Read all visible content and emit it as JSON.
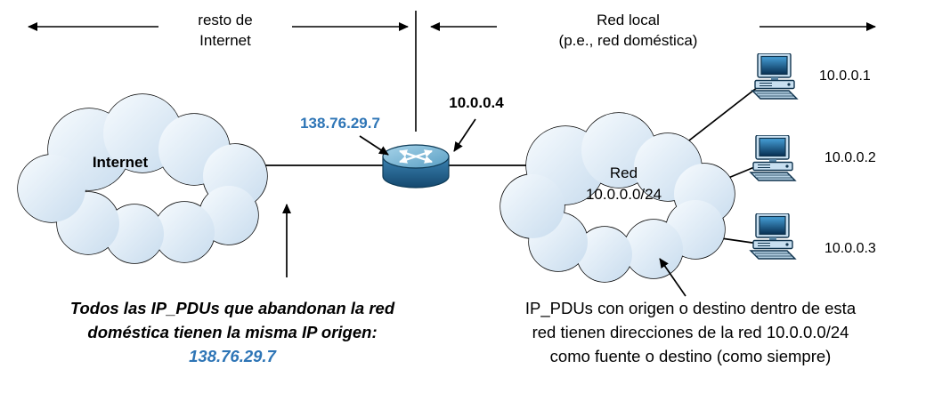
{
  "colors": {
    "blue_text": "#2e75b6",
    "cloud_fill": "#dbe7f3",
    "router_blue": "#2f6f9f",
    "outline": "#000000"
  },
  "top": {
    "left_region_line1": "resto de",
    "left_region_line2": "Internet",
    "right_region_line1": "Red local",
    "right_region_line2": "(p.e., red doméstica)"
  },
  "internet_cloud": {
    "label": "Internet"
  },
  "local_cloud": {
    "label_line1": "Red",
    "label_line2": "10.0.0.0/24"
  },
  "router": {
    "wan_ip": "138.76.29.7",
    "lan_ip": "10.0.0.4"
  },
  "hosts": [
    {
      "ip": "10.0.0.1"
    },
    {
      "ip": "10.0.0.2"
    },
    {
      "ip": "10.0.0.3"
    }
  ],
  "notes": {
    "left_line1": "Todos las IP_PDUs que abandonan la red",
    "left_line2": "doméstica tienen la misma IP origen:",
    "left_ip": "138.76.29.7",
    "right_line1": "IP_PDUs con origen o destino dentro de esta",
    "right_line2": "red tienen direcciones de la red 10.0.0.0/24",
    "right_line3": "como fuente o destino (como siempre)"
  }
}
